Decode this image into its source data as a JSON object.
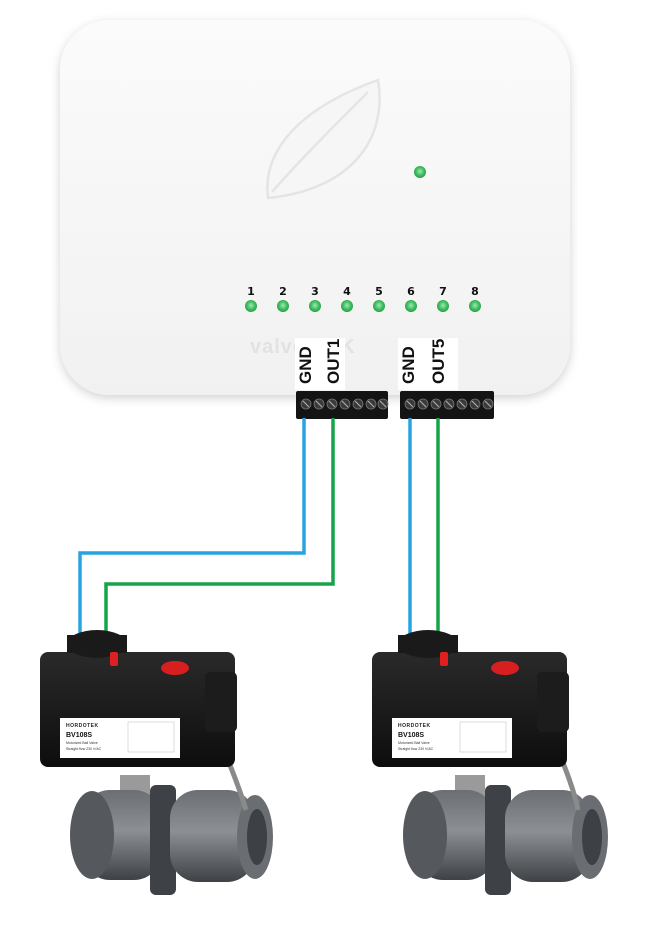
{
  "controller": {
    "brand_text": "valveLINK",
    "channel_numbers": [
      "1",
      "2",
      "3",
      "4",
      "5",
      "6",
      "7",
      "8"
    ],
    "status_led_color": "#3fbf5f",
    "channel_led_color": "#4cc46a"
  },
  "wiring": {
    "connections": [
      {
        "gnd_label": "GND",
        "out_label": "OUT1"
      },
      {
        "gnd_label": "GND",
        "out_label": "OUT5"
      }
    ],
    "gnd_wire_color": "#29a3df",
    "out_wire_color": "#16a34a"
  },
  "valves": [
    {
      "brand": "HORDOTEK",
      "model": "BV108S",
      "line1": "Motorized Ball Valve",
      "line2": "Straight flow 230 V/AC"
    },
    {
      "brand": "HORDOTEK",
      "model": "BV108S",
      "line1": "Motorized Ball Valve",
      "line2": "Straight flow 230 V/AC"
    }
  ]
}
